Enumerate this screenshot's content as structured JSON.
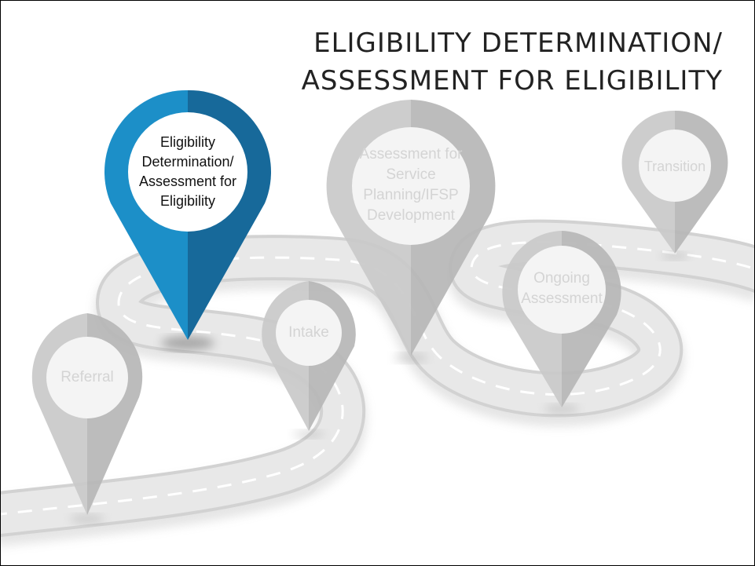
{
  "title": {
    "line1": "ELIGIBILITY DETERMINATION/",
    "line2": "ASSESSMENT FOR ELIGIBILITY"
  },
  "colors": {
    "road": "#e6e6e6",
    "road_edge": "#d0d0d0",
    "road_dash": "#ffffff",
    "pin_inactive_light": "#c9c9c9",
    "pin_inactive_dark": "#b6b6b6",
    "pin_active_light": "#1c8fc8",
    "pin_active_dark": "#17699a",
    "label_inactive": "#d4d4d4",
    "label_active": "#111111"
  },
  "pins": [
    {
      "id": "referral",
      "label": "Referral",
      "active": false
    },
    {
      "id": "eligibility",
      "label": "Eligibility\nDetermination/\nAssessment for\nEligibility",
      "active": true
    },
    {
      "id": "intake",
      "label": "Intake",
      "active": false
    },
    {
      "id": "assessment-service",
      "label": "Assessment for\nService\nPlanning/IFSP\nDevelopment",
      "active": false
    },
    {
      "id": "ongoing",
      "label": "Ongoing\nAssessment",
      "active": false
    },
    {
      "id": "transition",
      "label": "Transition",
      "active": false
    }
  ]
}
